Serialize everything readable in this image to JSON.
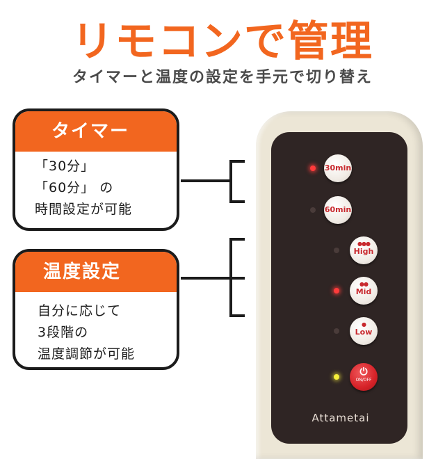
{
  "header": {
    "title": "リモコンで管理",
    "subtitle": "タイマーと温度の設定を手元で切り替え"
  },
  "cards": {
    "timer": {
      "heading": "タイマー",
      "lines": [
        "「30分」",
        "「60分」 の",
        "時間設定が可能"
      ]
    },
    "temperature": {
      "heading": "温度設定",
      "lines": [
        "自分に応じて",
        "3段階の",
        "温度調節が可能"
      ]
    }
  },
  "remote": {
    "brand": "Attametai",
    "buttons": {
      "timer_30": "30min",
      "timer_60": "60min",
      "high": "High",
      "mid": "Mid",
      "low": "Low",
      "power": "ON/OFF"
    },
    "dots": {
      "high": "●●●",
      "mid": "●●",
      "low": "●"
    },
    "power_icon": "⏻",
    "icons": {
      "power": "power-icon"
    }
  },
  "colors": {
    "accent": "#f2661f",
    "panel": "#2f2524",
    "button_text": "#c8292e",
    "power_button": "#d62228",
    "led_red": "#ff3b3b",
    "led_yellow": "#f6ef3a"
  }
}
